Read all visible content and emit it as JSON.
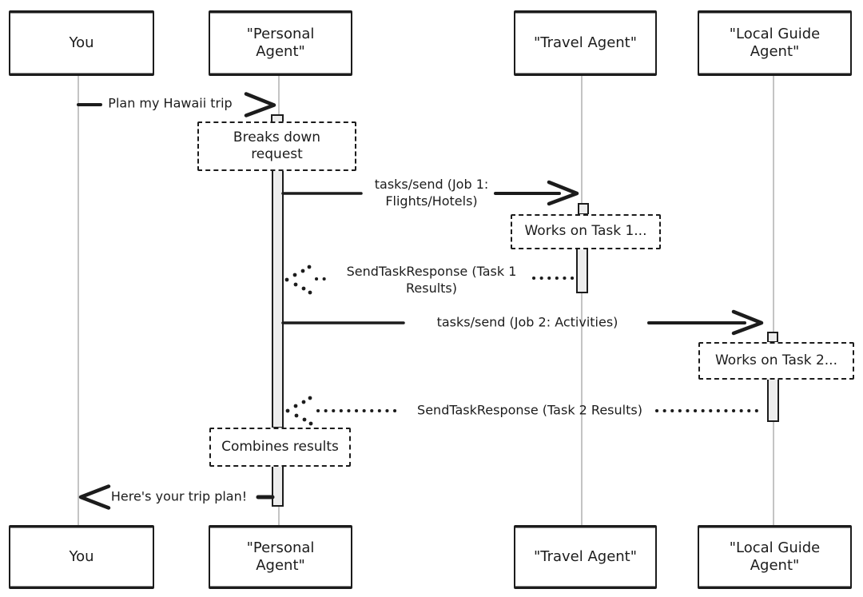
{
  "diagram": {
    "kind": "sequence-diagram",
    "participants": [
      {
        "id": "you",
        "name": "You"
      },
      {
        "id": "personal-agent",
        "name": "\"Personal Agent\""
      },
      {
        "id": "travel-agent",
        "name": "\"Travel Agent\""
      },
      {
        "id": "local-guide-agent",
        "name": "\"Local Guide Agent\""
      }
    ],
    "messages": [
      {
        "from": "You",
        "to": "Personal Agent",
        "label": "Plan my Hawaii trip",
        "style": "solid"
      },
      {
        "from": "Personal Agent",
        "to": "Travel Agent",
        "label": "tasks/send (Job 1: Flights/Hotels)",
        "style": "solid"
      },
      {
        "from": "Travel Agent",
        "to": "Personal Agent",
        "label": "SendTaskResponse (Task 1 Results)",
        "style": "dotted"
      },
      {
        "from": "Personal Agent",
        "to": "Local Guide Agent",
        "label": "tasks/send (Job 2: Activities)",
        "style": "solid"
      },
      {
        "from": "Local Guide Agent",
        "to": "Personal Agent",
        "label": "SendTaskResponse (Task 2 Results)",
        "style": "dotted"
      },
      {
        "from": "Personal Agent",
        "to": "You",
        "label": "Here's your trip plan!",
        "style": "solid"
      }
    ],
    "notes": [
      {
        "over": "Personal Agent",
        "label": "Breaks down request"
      },
      {
        "over": "Travel Agent",
        "label": "Works on Task 1..."
      },
      {
        "over": "Local Guide Agent",
        "label": "Works on Task 2..."
      },
      {
        "over": "Personal Agent",
        "label": "Combines results"
      }
    ],
    "colors": {
      "ink": "#1c1c1c",
      "lifeline": "#b5b5b5",
      "activation_fill": "#ededed",
      "background": "#ffffff"
    }
  }
}
